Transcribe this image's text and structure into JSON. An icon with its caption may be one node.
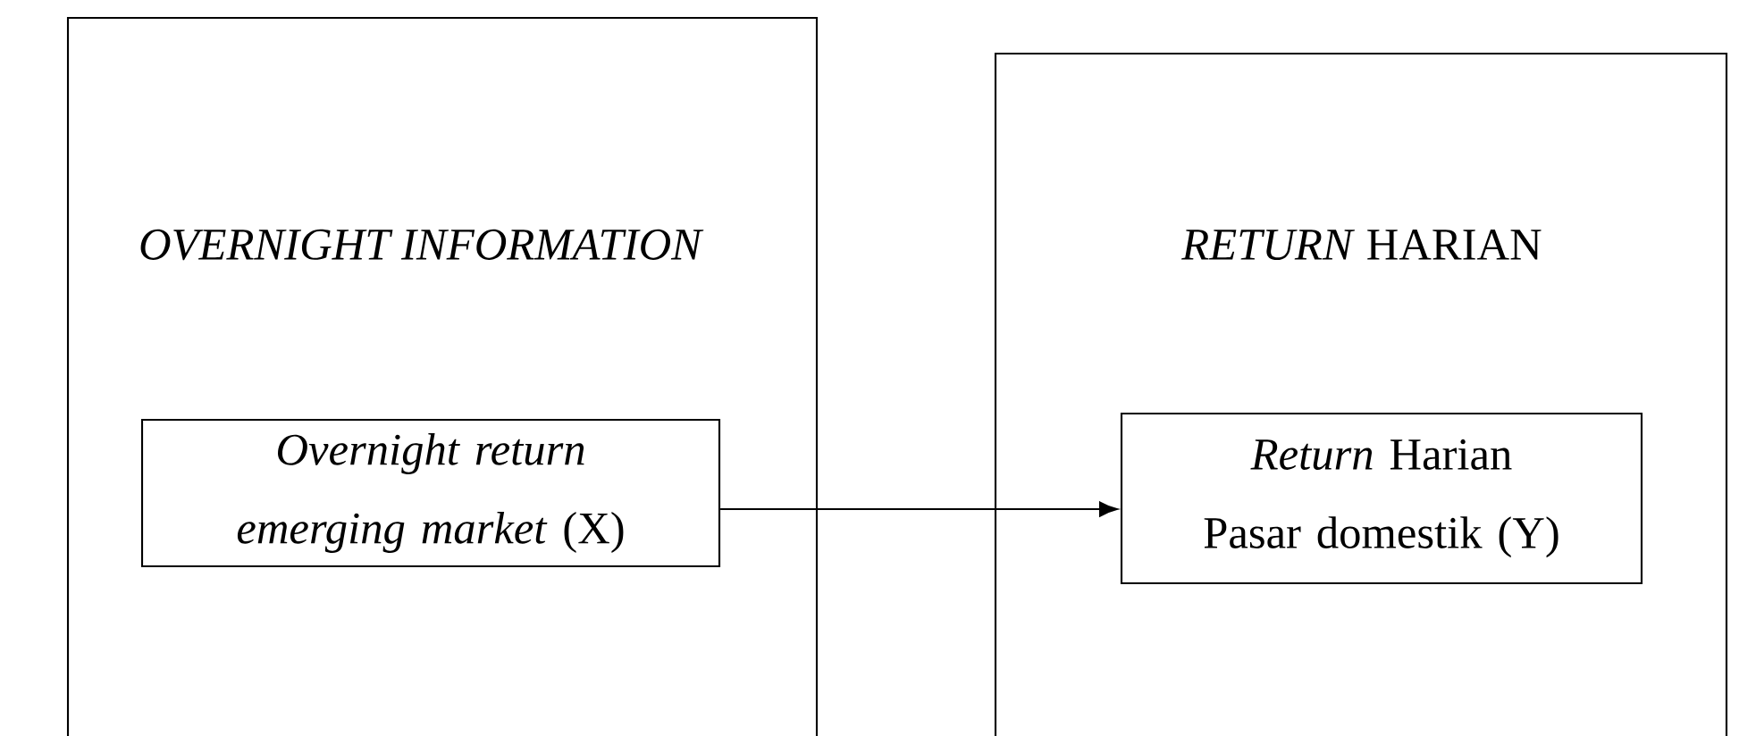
{
  "diagram": {
    "nodes": [
      {
        "text": [
          "OVERNIGHT INFORMATION"
        ]
      },
      {
        "text": [
          "*Overnight return emerging market* (X)"
        ],
        "in": 0
      },
      {
        "text": [
          "*RETURN* HARIAN"
        ]
      },
      {
        "text": [
          "*Return* Harian Pasar domestik (Y)"
        ],
        "in": 2
      }
    ],
    "edges": [
      {
        "from": 1,
        "to": 3,
        "arrow": "to"
      }
    ]
  }
}
